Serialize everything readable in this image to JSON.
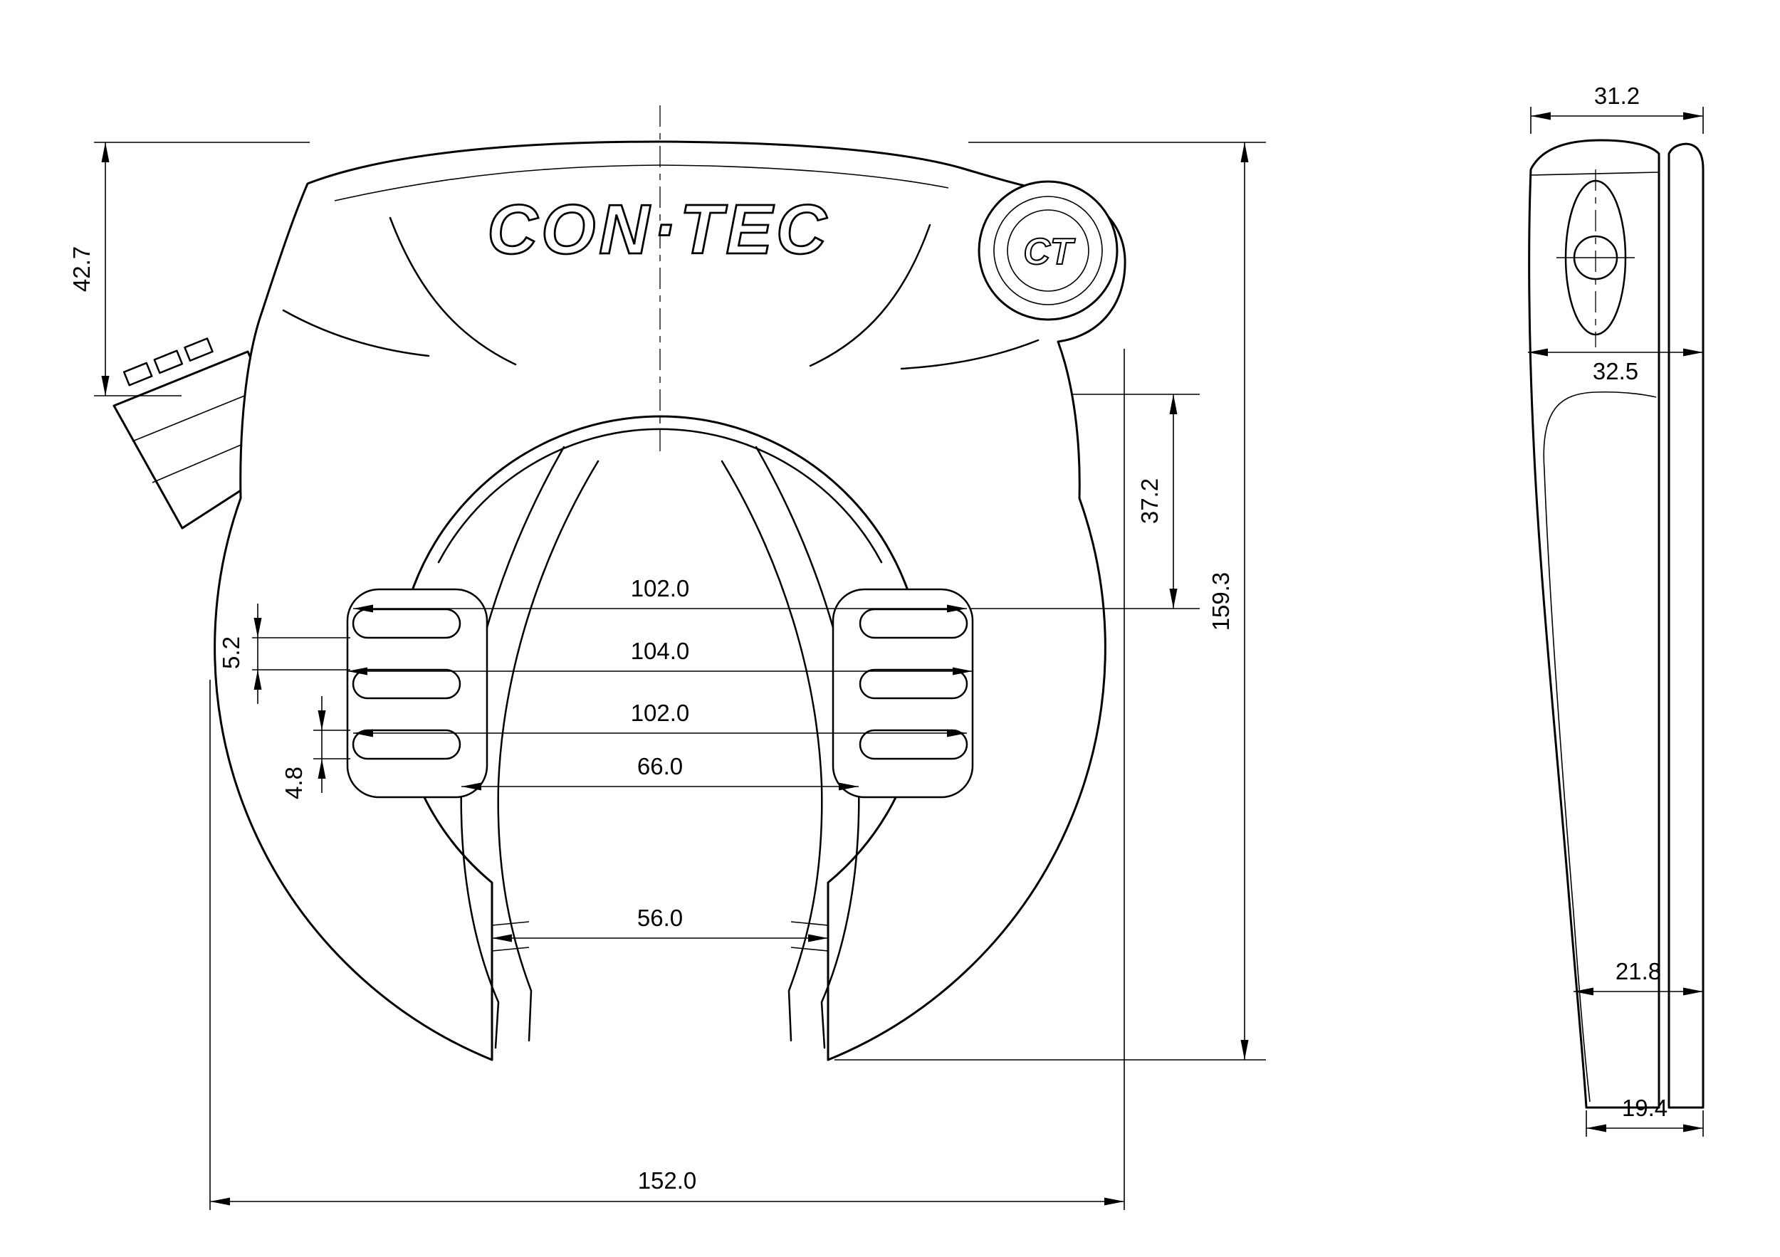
{
  "page": {
    "background": "#ffffff",
    "line_color": "#000000"
  },
  "brand": {
    "wordmark": "CON·TEC",
    "monogram": "CT"
  },
  "front_view": {
    "name": "frame lock front view",
    "dimensions": {
      "head_height": "42.7",
      "key_offset": "37.2",
      "overall_height": "159.3",
      "slot_span_upper": "102.0",
      "plate_span": "104.0",
      "slot_span_lower": "102.0",
      "arm_inner_span": "66.0",
      "opening_width": "56.0",
      "overall_width": "152.0",
      "slot_gap": "5.2",
      "slot_height": "4.8"
    }
  },
  "side_view": {
    "name": "frame lock side view",
    "dimensions": {
      "top_width": "31.2",
      "upper_width": "32.5",
      "lower_width": "21.8",
      "bottom_width": "19.4"
    }
  }
}
